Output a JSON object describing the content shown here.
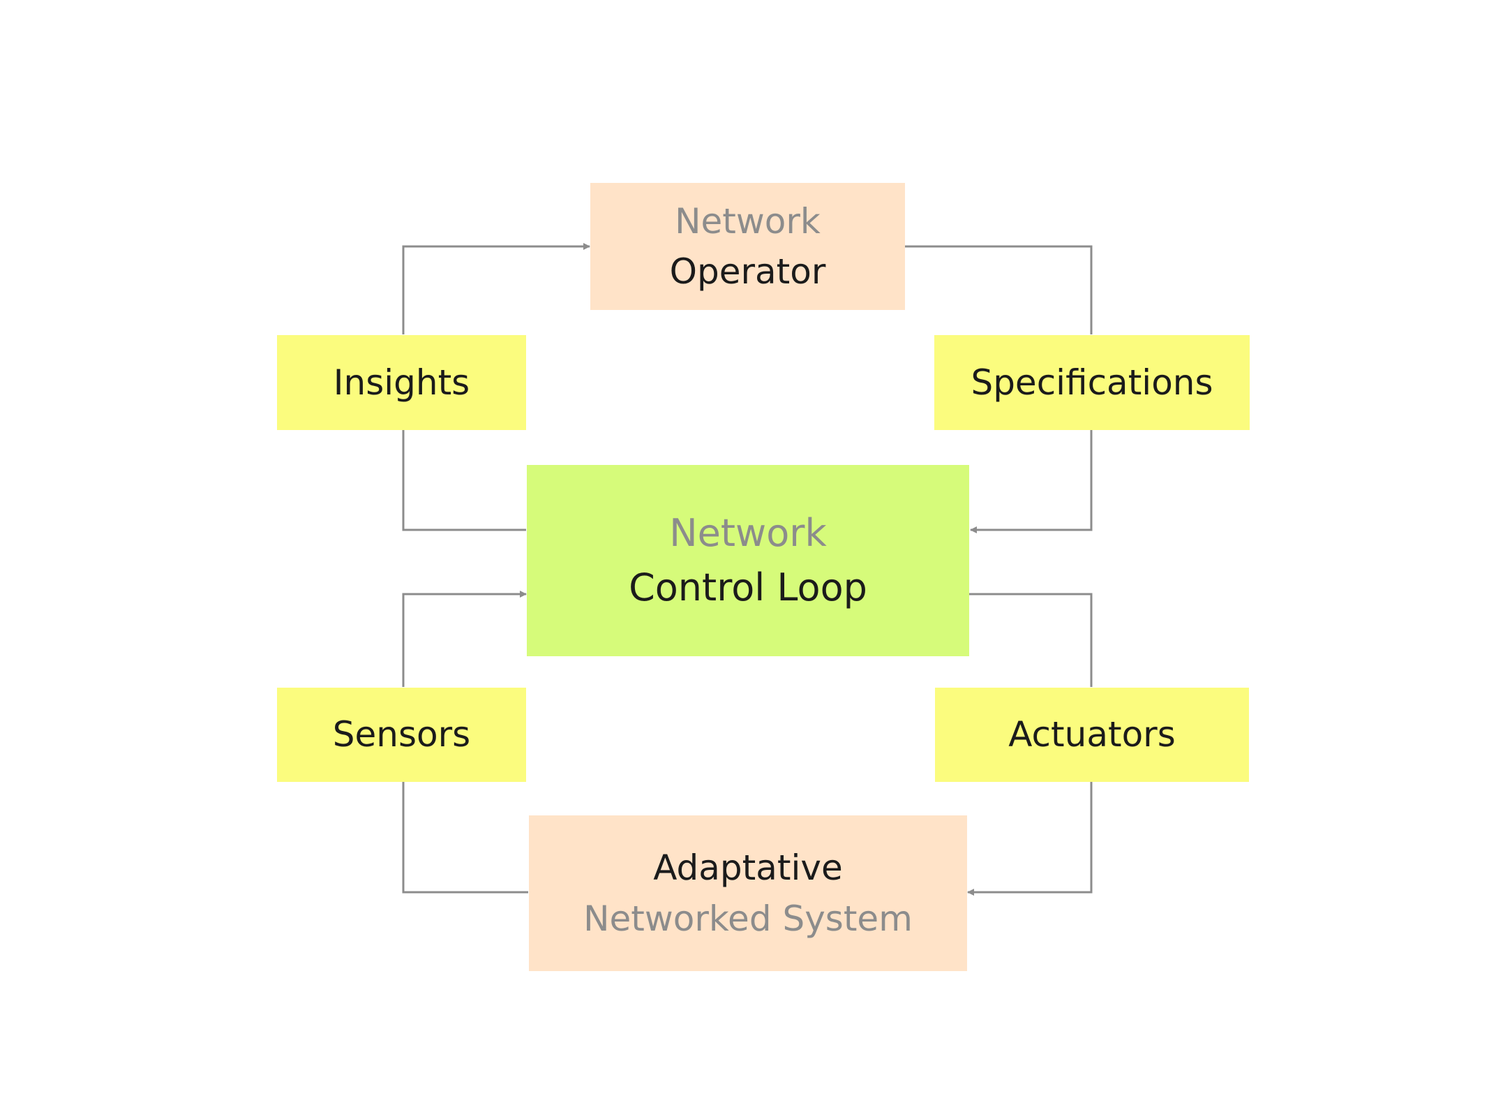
{
  "nodes": {
    "network_operator": {
      "line1": "Network",
      "line2": "Operator"
    },
    "insights": {
      "label": "Insights"
    },
    "specifications": {
      "label": "Specifications"
    },
    "control_loop": {
      "line1": "Network",
      "line2": "Control Loop"
    },
    "sensors": {
      "label": "Sensors"
    },
    "actuators": {
      "label": "Actuators"
    },
    "adaptative_system": {
      "line1": "Adaptative",
      "line2": "Networked System"
    }
  },
  "colors": {
    "peach": "#ffe3c8",
    "green": "#d6fb7a",
    "yellow": "#fbfc7e",
    "connector": "#8c8c8c",
    "muted_text": "#8c8c8c",
    "dark_text": "#1b1b1b"
  }
}
